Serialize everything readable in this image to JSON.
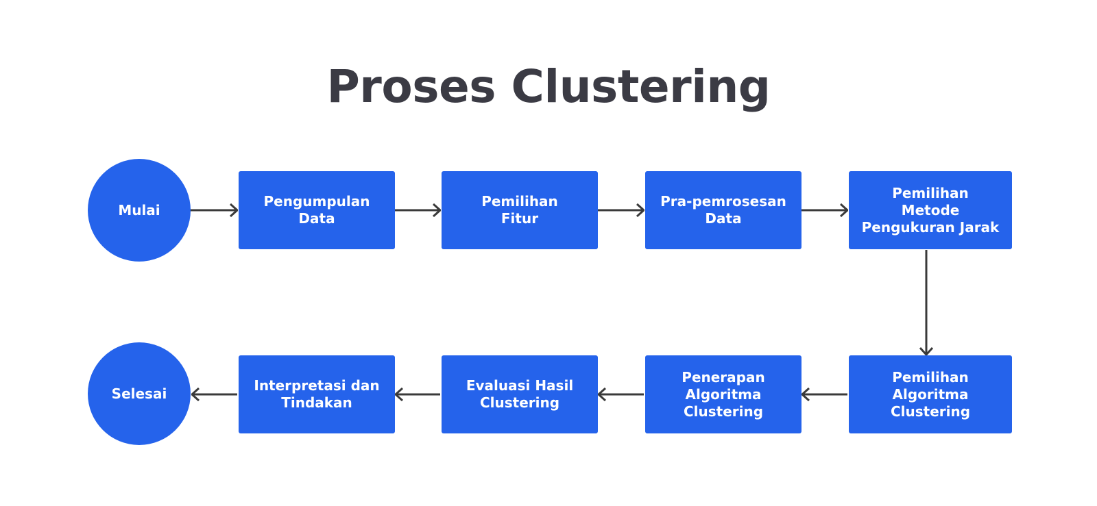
{
  "title": "Proses Clustering",
  "colors": {
    "node": "#2563eb",
    "text": "#ffffff",
    "arrow": "#3a3a3a",
    "title": "#3b3b44"
  },
  "nodes": {
    "start": "Mulai",
    "step1": "Pengumpulan\nData",
    "step2": "Pemilihan\nFitur",
    "step3": "Pra-pemrosesan\nData",
    "step4": "Pemilihan\nMetode\nPengukuran Jarak",
    "step5": "Pemilihan\nAlgoritma\nClustering",
    "step6": "Penerapan\nAlgoritma\nClustering",
    "step7": "Evaluasi Hasil\nClustering",
    "step8": "Interpretasi dan\nTindakan",
    "end": "Selesai"
  },
  "edges": [
    [
      "start",
      "step1"
    ],
    [
      "step1",
      "step2"
    ],
    [
      "step2",
      "step3"
    ],
    [
      "step3",
      "step4"
    ],
    [
      "step4",
      "step5"
    ],
    [
      "step5",
      "step6"
    ],
    [
      "step6",
      "step7"
    ],
    [
      "step7",
      "step8"
    ],
    [
      "step8",
      "end"
    ]
  ]
}
